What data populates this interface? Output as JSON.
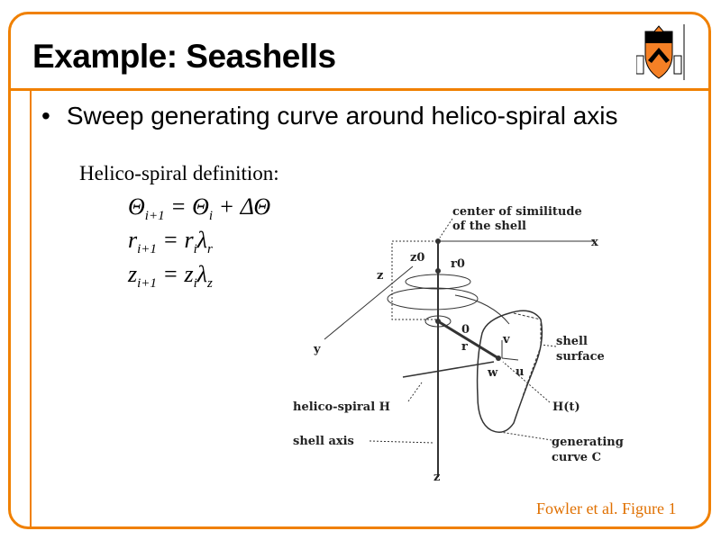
{
  "slide": {
    "title": "Example: Seashells",
    "bullet": "Sweep generating curve around helico-spiral axis",
    "definition_heading": "Helico-spiral definition:",
    "equations": [
      {
        "lhs": "Θ",
        "lsub": "i+1",
        "rhs": "= Θ",
        "rsub": "i",
        "tail": " + ΔΘ"
      },
      {
        "lhs": "r",
        "lsub": "i+1",
        "rhs": "= r",
        "rsub": "i",
        "tail": "λ",
        "tsub": "r"
      },
      {
        "lhs": "z",
        "lsub": "i+1",
        "rhs": "= z",
        "rsub": "i",
        "tail": "λ",
        "tsub": "z"
      }
    ],
    "caption": "Fowler et al. Figure 1",
    "logo": "Princeton shield"
  },
  "diagram": {
    "center1": "center of similitude",
    "center2": "of the shell",
    "x": "x",
    "y": "y",
    "z_top": "z",
    "z_bottom": "z",
    "z0": "z0",
    "r0": "r0",
    "origin": "0",
    "r": "r",
    "v": "v",
    "w": "w",
    "u": "u",
    "shell1": "shell",
    "shell2": "surface",
    "helico": "helico-spiral H",
    "ht": "H(t)",
    "axis": "shell axis",
    "gen1": "generating",
    "gen2": "curve C"
  },
  "colors": {
    "accent": "#f08000"
  }
}
